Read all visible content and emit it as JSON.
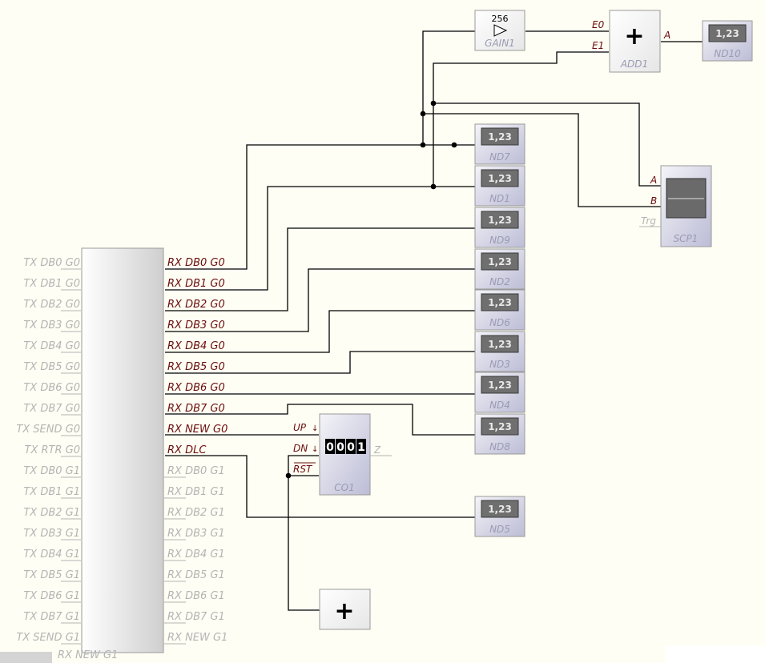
{
  "colors": {
    "background": "#fefef4",
    "wire": "#000000",
    "active_port_text": "#6b0d0d",
    "inactive_port_text": "#b4b4b4",
    "block_name_text": "#9a9ab4",
    "display_text": "#e8e8e8"
  },
  "main_block": {
    "left_ports": [
      "TX DB0 G0",
      "TX DB1 G0",
      "TX DB2 G0",
      "TX DB3 G0",
      "TX DB4 G0",
      "TX DB5 G0",
      "TX DB6 G0",
      "TX DB7 G0",
      "TX SEND G0",
      "TX RTR G0",
      "TX DB0 G1",
      "TX DB1 G1",
      "TX DB2 G1",
      "TX DB3 G1",
      "TX DB4 G1",
      "TX DB5 G1",
      "TX DB6 G1",
      "TX DB7 G1",
      "TX SEND G1"
    ],
    "right_ports_active": [
      "RX DB0 G0",
      "RX DB1 G0",
      "RX DB2 G0",
      "RX DB3 G0",
      "RX DB4 G0",
      "RX DB5 G0",
      "RX DB6 G0",
      "RX DB7 G0",
      "RX NEW G0",
      "RX DLC"
    ],
    "right_ports_inactive": [
      "RX DB0 G1",
      "RX DB1 G1",
      "RX DB2 G1",
      "RX DB3 G1",
      "RX DB4 G1",
      "RX DB5 G1",
      "RX DB6 G1",
      "RX DB7 G1",
      "RX NEW G1"
    ],
    "bottom_partial_label": "RX NEW G1"
  },
  "displays": {
    "value": "1,23",
    "names": [
      "ND7",
      "ND1",
      "ND9",
      "ND2",
      "ND6",
      "ND3",
      "ND4",
      "ND8",
      "ND5",
      "ND10"
    ]
  },
  "gain": {
    "name": "GAIN1",
    "value": "256",
    "icon": "triangle-amplifier-icon"
  },
  "adder": {
    "name": "ADD1",
    "symbol": "+",
    "in1": "E0",
    "in2": "E1",
    "out": "A"
  },
  "scope": {
    "name": "SCP1",
    "in_a": "A",
    "in_b": "B",
    "in_trg": "Trg"
  },
  "counter": {
    "name": "CO1",
    "digits": [
      "0",
      "0",
      "0",
      "1"
    ],
    "in_up": "UP",
    "in_dn": "DN",
    "in_rst": "RST",
    "out_z": "Z"
  },
  "add_button": {
    "symbol": "+"
  }
}
